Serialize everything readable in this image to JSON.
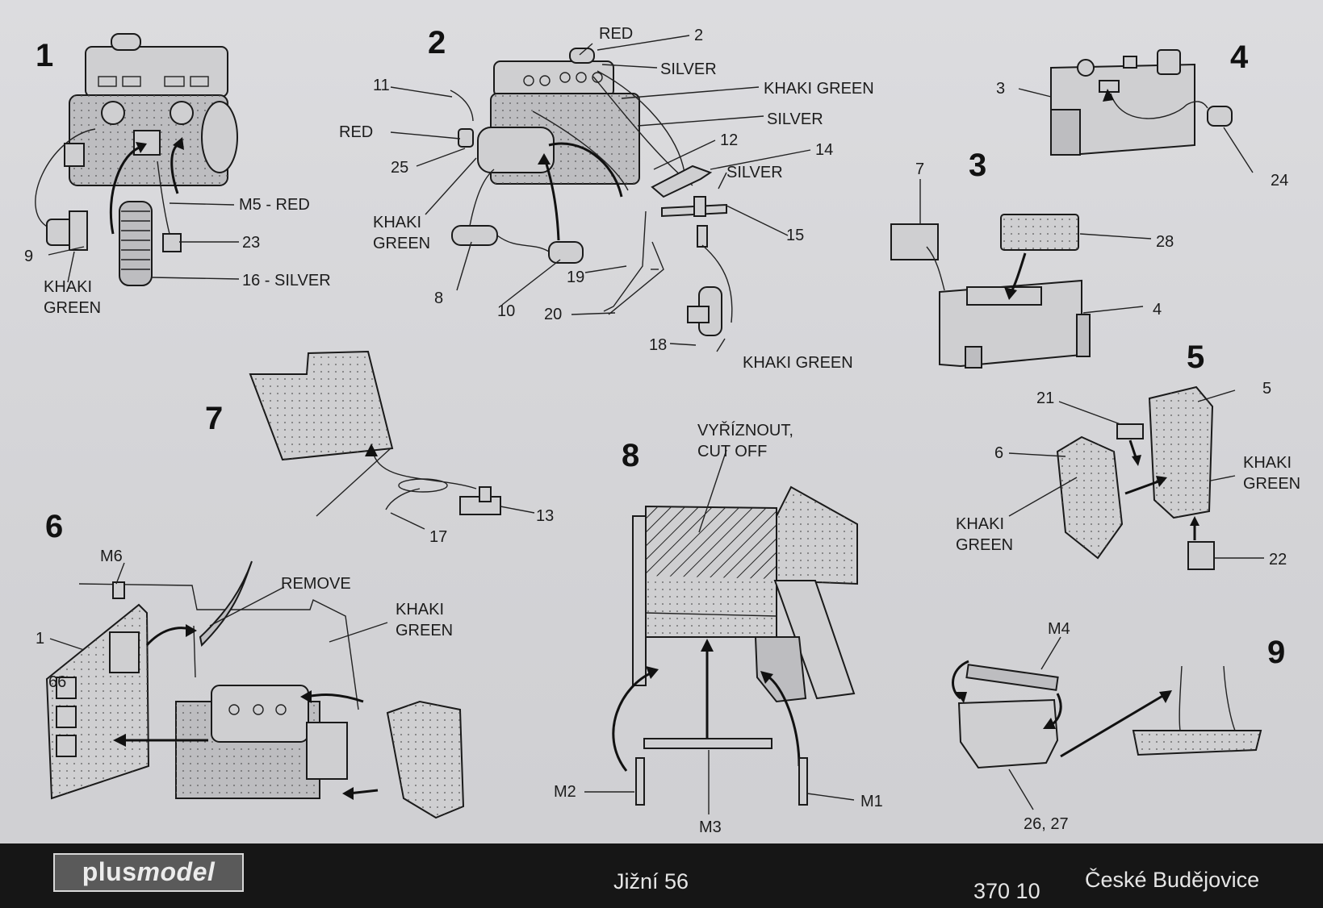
{
  "steps": [
    "1",
    "2",
    "3",
    "4",
    "5",
    "6",
    "7",
    "8",
    "9"
  ],
  "step1": {
    "label_9": "9",
    "khaki": "KHAKI",
    "green": "GREEN",
    "m5": "M5 - RED",
    "p23": "23",
    "p16": "16 - SILVER"
  },
  "step2": {
    "red_top": "RED",
    "p2": "2",
    "silver1": "SILVER",
    "khaki_green1": "KHAKI GREEN",
    "silver2": "SILVER",
    "p11": "11",
    "red_left": "RED",
    "p25": "25",
    "p12": "12",
    "p14": "14",
    "silver3": "SILVER",
    "khaki": "KHAKI",
    "green": "GREEN",
    "p15": "15",
    "p8": "8",
    "p19": "19",
    "p10": "10",
    "p20": "20",
    "p18": "18",
    "khaki_green2": "KHAKI GREEN"
  },
  "step3": {
    "p7": "7",
    "p28": "28",
    "p4": "4"
  },
  "step4": {
    "p3": "3",
    "p24": "24"
  },
  "step5": {
    "p21": "21",
    "p5": "5",
    "p6": "6",
    "khaki_r": "KHAKI",
    "green_r": "GREEN",
    "khaki_l": "KHAKI",
    "green_l": "GREEN",
    "p22": "22"
  },
  "step6": {
    "m6": "M6",
    "remove": "REMOVE",
    "khaki": "KHAKI",
    "green": "GREEN",
    "p1": "1",
    "p66": "66"
  },
  "step7": {
    "p13": "13",
    "p17": "17"
  },
  "step8": {
    "cut1": "VYŘÍZNOUT,",
    "cut2": "CUT OFF",
    "m2": "M2",
    "m3": "M3",
    "m1": "M1"
  },
  "step9": {
    "m4": "M4",
    "p2627": "26, 27"
  },
  "footer": {
    "logo_a": "plus",
    "logo_b": "model",
    "street": "Jižní 56",
    "postcode": "370 10",
    "city": "České Budějovice"
  }
}
